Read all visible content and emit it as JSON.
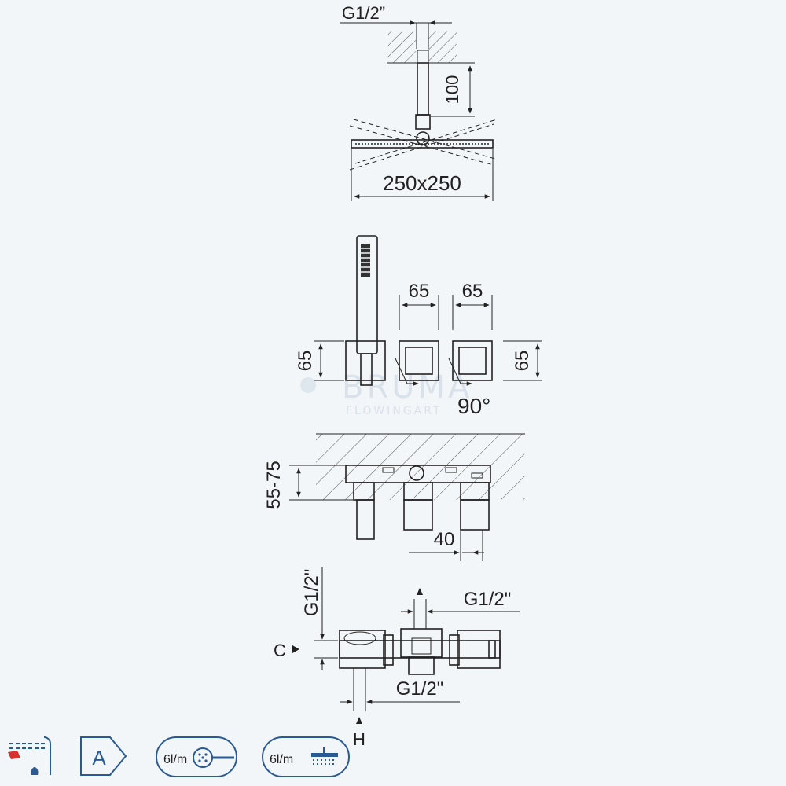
{
  "ceiling_shower": {
    "thread_label": "G1/2”",
    "arm_length_label": "100",
    "head_size_label": "250x250"
  },
  "front_view": {
    "width_left_label": "65",
    "width_right_label": "65",
    "height_left_label": "65",
    "height_right_label": "65",
    "rotation_label": "90°"
  },
  "watermark": {
    "brand": "BRUMA",
    "tagline": "FLOWINGART"
  },
  "side_view": {
    "depth_label": "55-75",
    "spacing_label": "40"
  },
  "top_view": {
    "vertical_thread_label": "G1/2\"",
    "top_thread_label": "G1/2\"",
    "bottom_thread_label": "G1/2\"",
    "outlet_c_label": "C",
    "inlet_h_label": "H"
  },
  "badges": {
    "energy_class": "A",
    "hand_shower_flow": "6l/m",
    "head_shower_flow": "6l/m"
  }
}
